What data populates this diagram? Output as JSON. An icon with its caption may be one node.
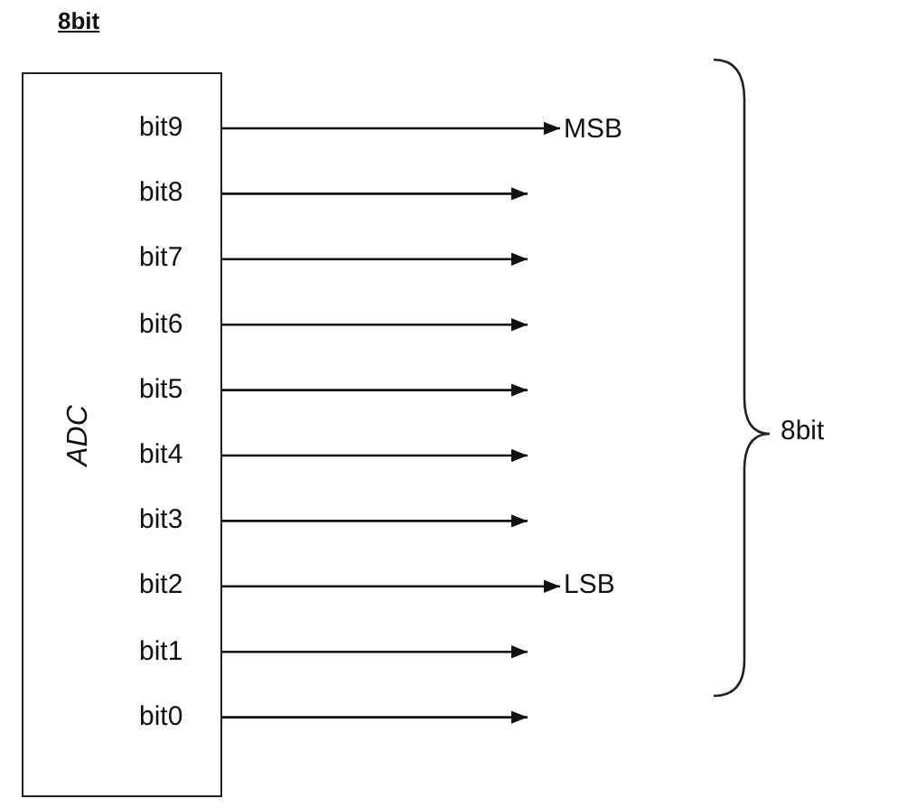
{
  "diagram": {
    "title": "8bit",
    "nodes": [
      {
        "text": [
          "ADC"
        ]
      },
      {
        "text": [
          "bit9"
        ],
        "in": 0
      },
      {
        "text": [
          "bit8"
        ],
        "in": 0
      },
      {
        "text": [
          "bit7"
        ],
        "in": 0
      },
      {
        "text": [
          "bit6"
        ],
        "in": 0
      },
      {
        "text": [
          "bit5"
        ],
        "in": 0
      },
      {
        "text": [
          "bit4"
        ],
        "in": 0
      },
      {
        "text": [
          "bit3"
        ],
        "in": 0
      },
      {
        "text": [
          "bit2"
        ],
        "in": 0
      },
      {
        "text": [
          "bit1"
        ],
        "in": 0
      },
      {
        "text": [
          "bit0"
        ],
        "in": 0
      },
      {
        "text": [
          "MSB"
        ]
      },
      {
        "text": [
          "LSB"
        ]
      }
    ],
    "edges": [
      {
        "from": 1,
        "to": 11,
        "arrow": "to"
      },
      {
        "from": 2,
        "to": null,
        "arrow": "to"
      },
      {
        "from": 3,
        "to": null,
        "arrow": "to"
      },
      {
        "from": 4,
        "to": null,
        "arrow": "to"
      },
      {
        "from": 5,
        "to": null,
        "arrow": "to"
      },
      {
        "from": 6,
        "to": null,
        "arrow": "to"
      },
      {
        "from": 7,
        "to": null,
        "arrow": "to"
      },
      {
        "from": 8,
        "to": 12,
        "arrow": "to"
      },
      {
        "from": 9,
        "to": null,
        "arrow": "to"
      },
      {
        "from": 10,
        "to": null,
        "arrow": "to"
      }
    ],
    "labels": [
      "8bit"
    ]
  }
}
